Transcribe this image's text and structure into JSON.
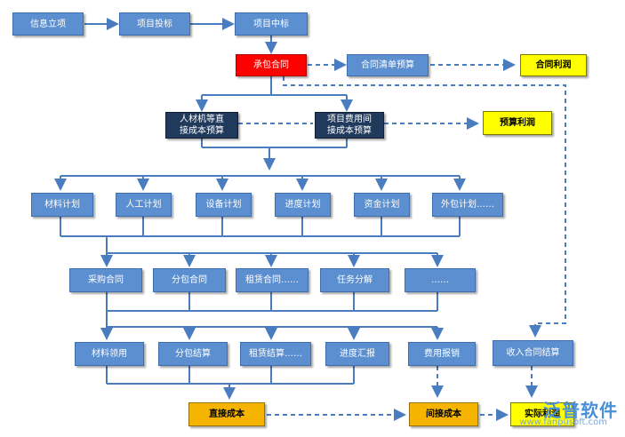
{
  "nodes": {
    "info_project": "信息立项",
    "project_bid": "项目投标",
    "project_win": "项目中标",
    "contract": "承包合同",
    "contract_list_budget": "合同清单预算",
    "contract_profit": "合同利润",
    "direct_cost_budget": "人材机等直\n接成本预算",
    "project_expense_budget": "项目费用间\n接成本预算",
    "budget_profit": "预算利润",
    "material_plan": "材料计划",
    "labor_plan": "人工计划",
    "equipment_plan": "设备计划",
    "progress_plan": "进度计划",
    "capital_plan": "资金计划",
    "outsource_plan": "外包计划……",
    "purchase_contract": "采购合同",
    "subcontract": "分包合同",
    "lease_contract": "租赁合同……",
    "task_breakdown": "任务分解",
    "ellipsis": "……",
    "material_use": "材料领用",
    "subcontract_settlement": "分包结算",
    "lease_settlement": "租赁结算……",
    "progress_summary": "进度汇报",
    "expense_reimburse": "费用报销",
    "income_contract_settlement": "收入合同结算",
    "direct_cost": "直接成本",
    "indirect_cost": "间接成本",
    "actual_profit": "实际利润"
  },
  "watermark": {
    "brand": "泛普软件",
    "url": "www.fanpusoft.com"
  },
  "colors": {
    "box_blue": "#5b8fd0",
    "box_navy": "#203a5c",
    "box_red": "#ff0000",
    "box_yellow": "#ffff00",
    "box_orange": "#f5b400",
    "line_blue": "#4a7cc0"
  }
}
